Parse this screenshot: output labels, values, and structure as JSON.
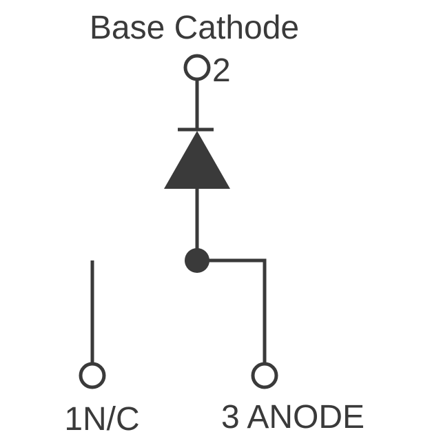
{
  "diagram": {
    "type": "schematic",
    "component": "diode",
    "color": "#3a3a3a",
    "labels": {
      "title": "Base Cathode",
      "pin2": "2",
      "pin1": "1N/C",
      "pin3": "3 ANODE"
    }
  }
}
